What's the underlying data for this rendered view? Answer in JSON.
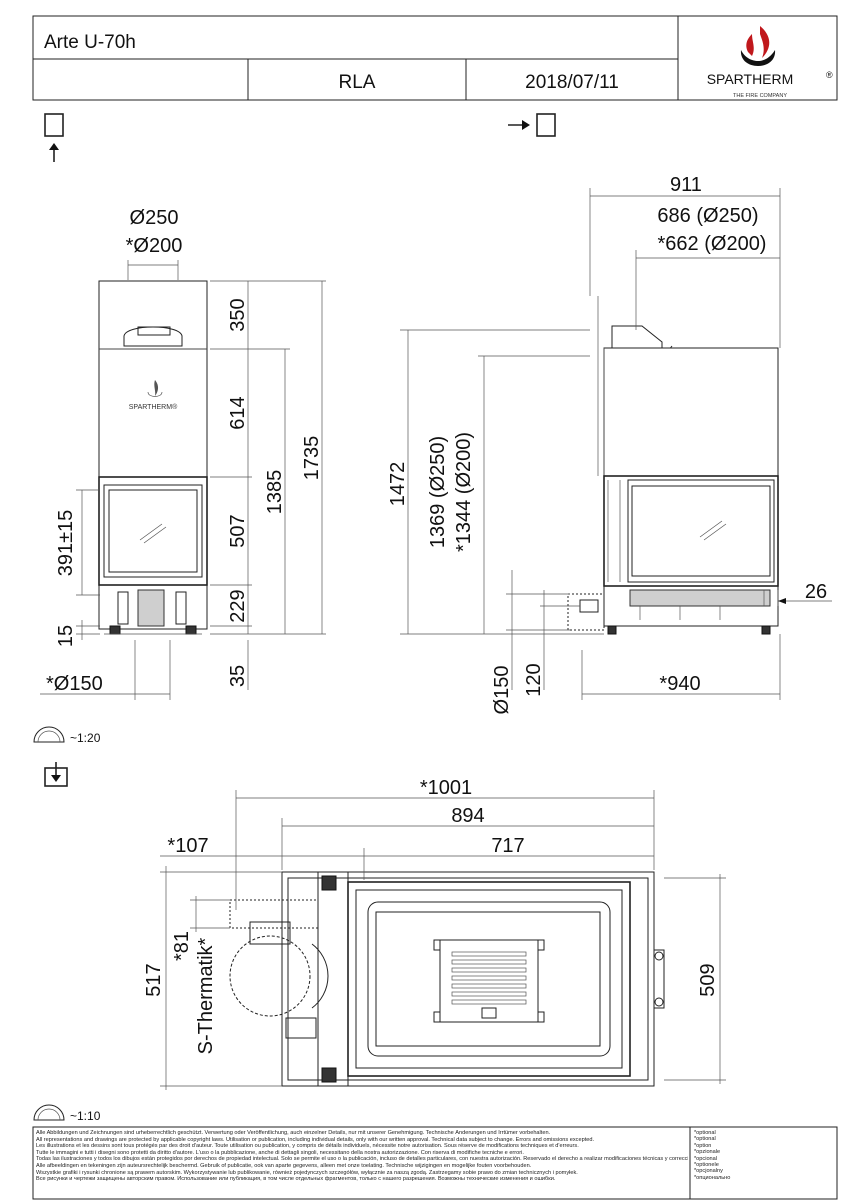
{
  "title_block": {
    "model": "Arte U-70h",
    "version": "RLA",
    "date": "2018/07/11",
    "brand": "SPARTHERM",
    "brand_mark": "®",
    "tagline": "THE FIRE COMPANY"
  },
  "front_view": {
    "flue_diameter": "Ø250",
    "flue_diameter_opt": "*Ø200",
    "heights": [
      "350",
      "614",
      "507",
      "229",
      "15",
      "35",
      "1385",
      "1735"
    ],
    "door_height": "391±15",
    "air_inlet": "*Ø150",
    "logo_text": "SPARTHERM®"
  },
  "side_view": {
    "depth_total": "911",
    "depth_250": "686 (Ø250)",
    "depth_200": "*662 (Ø200)",
    "height_total": "1472",
    "height_250": "1369 (Ø250)",
    "height_200": "*1344 (Ø200)",
    "inlet_diameter": "Ø150",
    "inlet_height": "120",
    "base_depth": "*940",
    "offset": "26"
  },
  "scale_top": "~1:20",
  "scale_bottom": "~1:10",
  "plan_view": {
    "width_total": "*1001",
    "width_body": "894",
    "width_fire": "717",
    "offset_left": "*107",
    "depth_left": "517",
    "depth_right": "509",
    "offset_81": "*81",
    "accessory": "S-Thermatik*"
  },
  "legal_lines": [
    "Alle Abbildungen und Zeichnungen sind urheberrechtlich geschützt. Verwertung oder Veröffentlichung, auch einzelner Details, nur mit unserer Genehmigung. Technische Änderungen und Irrtümer vorbehalten.",
    "All representations and drawings are protected by applicable copyright laws. Utilisation or publication, including individual details, only with our written approval. Technical data subject to change. Errors and omissions excepted.",
    "Les illustrations et les dessins sont tous protégés par des droit d'auteur. Toute utilisation ou publication, y compris de détails individuels, nécessite notre autorisation. Sous réserve de modifications techniques et d'erreurs.",
    "Tutte le immagini e tutti i disegni sono protetti da diritto d'autore. L'uso o la pubblicazione, anche di dettagli singoli, necessitano della nostra autorizzazione. Con riserva di modifiche tecniche e errori.",
    "Todas las ilustraciones y todos los dibujos están protegidos por derechos de propiedad intelectual. Solo se permite el uso o la publicación, incluso de detalles particulares, con nuestra autorización. Reservado el derecho a realizar modificaciones técnicas y correcciones de errores.",
    "Alle afbeeldingen en tekeningen zijn auteursrechtelijk beschermd. Gebruik of publicatie, ook van aparte gegevens, alleen met onze toelating. Technische wijzigingen en mogelijke fouten voorbehouden.",
    "Wszystkie grafiki i rysunki chronione są prawem autorskim. Wykorzystywanie lub publikowanie, również pojedynczych szczegółów, wyłącznie za naszą zgodą. Zastrzegamy sobie prawo do zmian technicznych i pomyłek.",
    "Все рисунки и чертежи защищены авторским правом. Использование или публикация, в том числе отдельных фрагментов, только с нашего разрешения. Возможны технические изменения и ошибки."
  ],
  "option_labels": [
    "*optional",
    "*optional",
    "*option",
    "*opzionale",
    "*opcional",
    "*optionele",
    "*opcjonalny",
    "*опционально"
  ]
}
